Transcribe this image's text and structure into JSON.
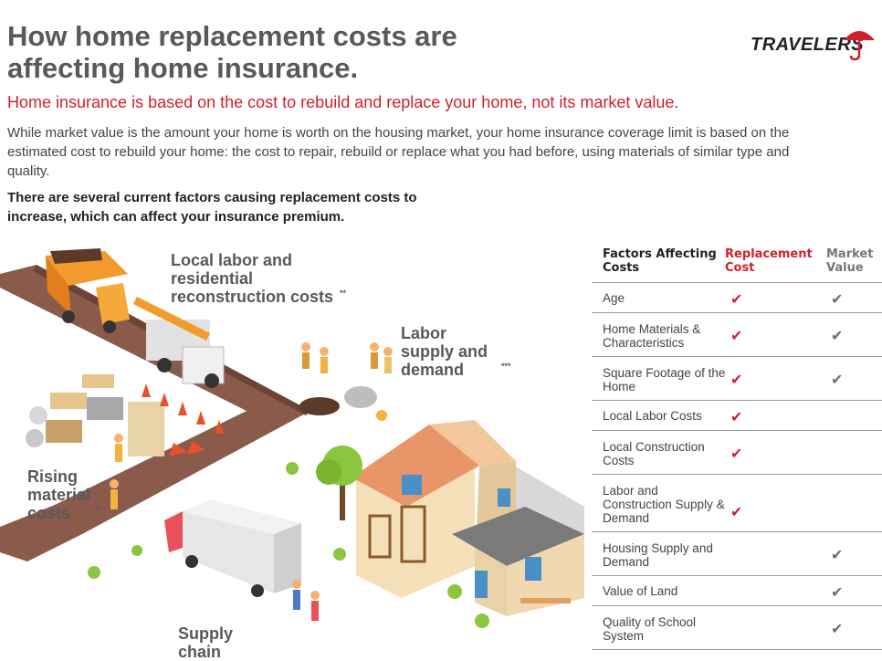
{
  "header": {
    "title": "How home replacement costs are affecting home insurance.",
    "logo_text": "TRAVELERS",
    "logo_icon": "umbrella-icon"
  },
  "subtitle": "Home insurance is based on the cost to rebuild and replace your home, not its market value.",
  "intro": "While market value is the amount your home is worth on the housing market, your home insurance coverage limit is based on the estimated cost to rebuild your home: the cost to repair, rebuild or replace what you had before, using materials of similar type and quality.",
  "lead": "There are several current factors causing replacement costs to increase, which can affect your insurance premium.",
  "illustration_labels": {
    "labor": "Local labor and residential reconstruction costs",
    "labor_mark": "**",
    "supply": "Labor supply and demand",
    "supply_mark": "***",
    "rising": "Rising material costs",
    "rising_mark": "**",
    "chain": "Supply chain disruptions",
    "chain_mark": "*"
  },
  "table": {
    "headers": {
      "factors": "Factors Affecting Costs",
      "replacement": "Replacement Cost",
      "market": "Market Value"
    },
    "rows": [
      {
        "label": "Age",
        "replacement": true,
        "market": true
      },
      {
        "label": "Home Materials & Characteristics",
        "replacement": true,
        "market": true
      },
      {
        "label": "Square Footage of the Home",
        "replacement": true,
        "market": true
      },
      {
        "label": "Local Labor Costs",
        "replacement": true,
        "market": false
      },
      {
        "label": "Local Construction Costs",
        "replacement": true,
        "market": false
      },
      {
        "label": "Labor and Construction Supply & Demand",
        "replacement": true,
        "market": false
      },
      {
        "label": "Housing Supply and Demand",
        "replacement": false,
        "market": true
      },
      {
        "label": "Value of Land",
        "replacement": false,
        "market": true
      },
      {
        "label": "Quality of School System",
        "replacement": false,
        "market": true
      }
    ],
    "check_glyph": "✔"
  },
  "colors": {
    "brand_red": "#d11f2d",
    "title_gray": "#58595b",
    "check_gray": "#6d6d6d"
  }
}
